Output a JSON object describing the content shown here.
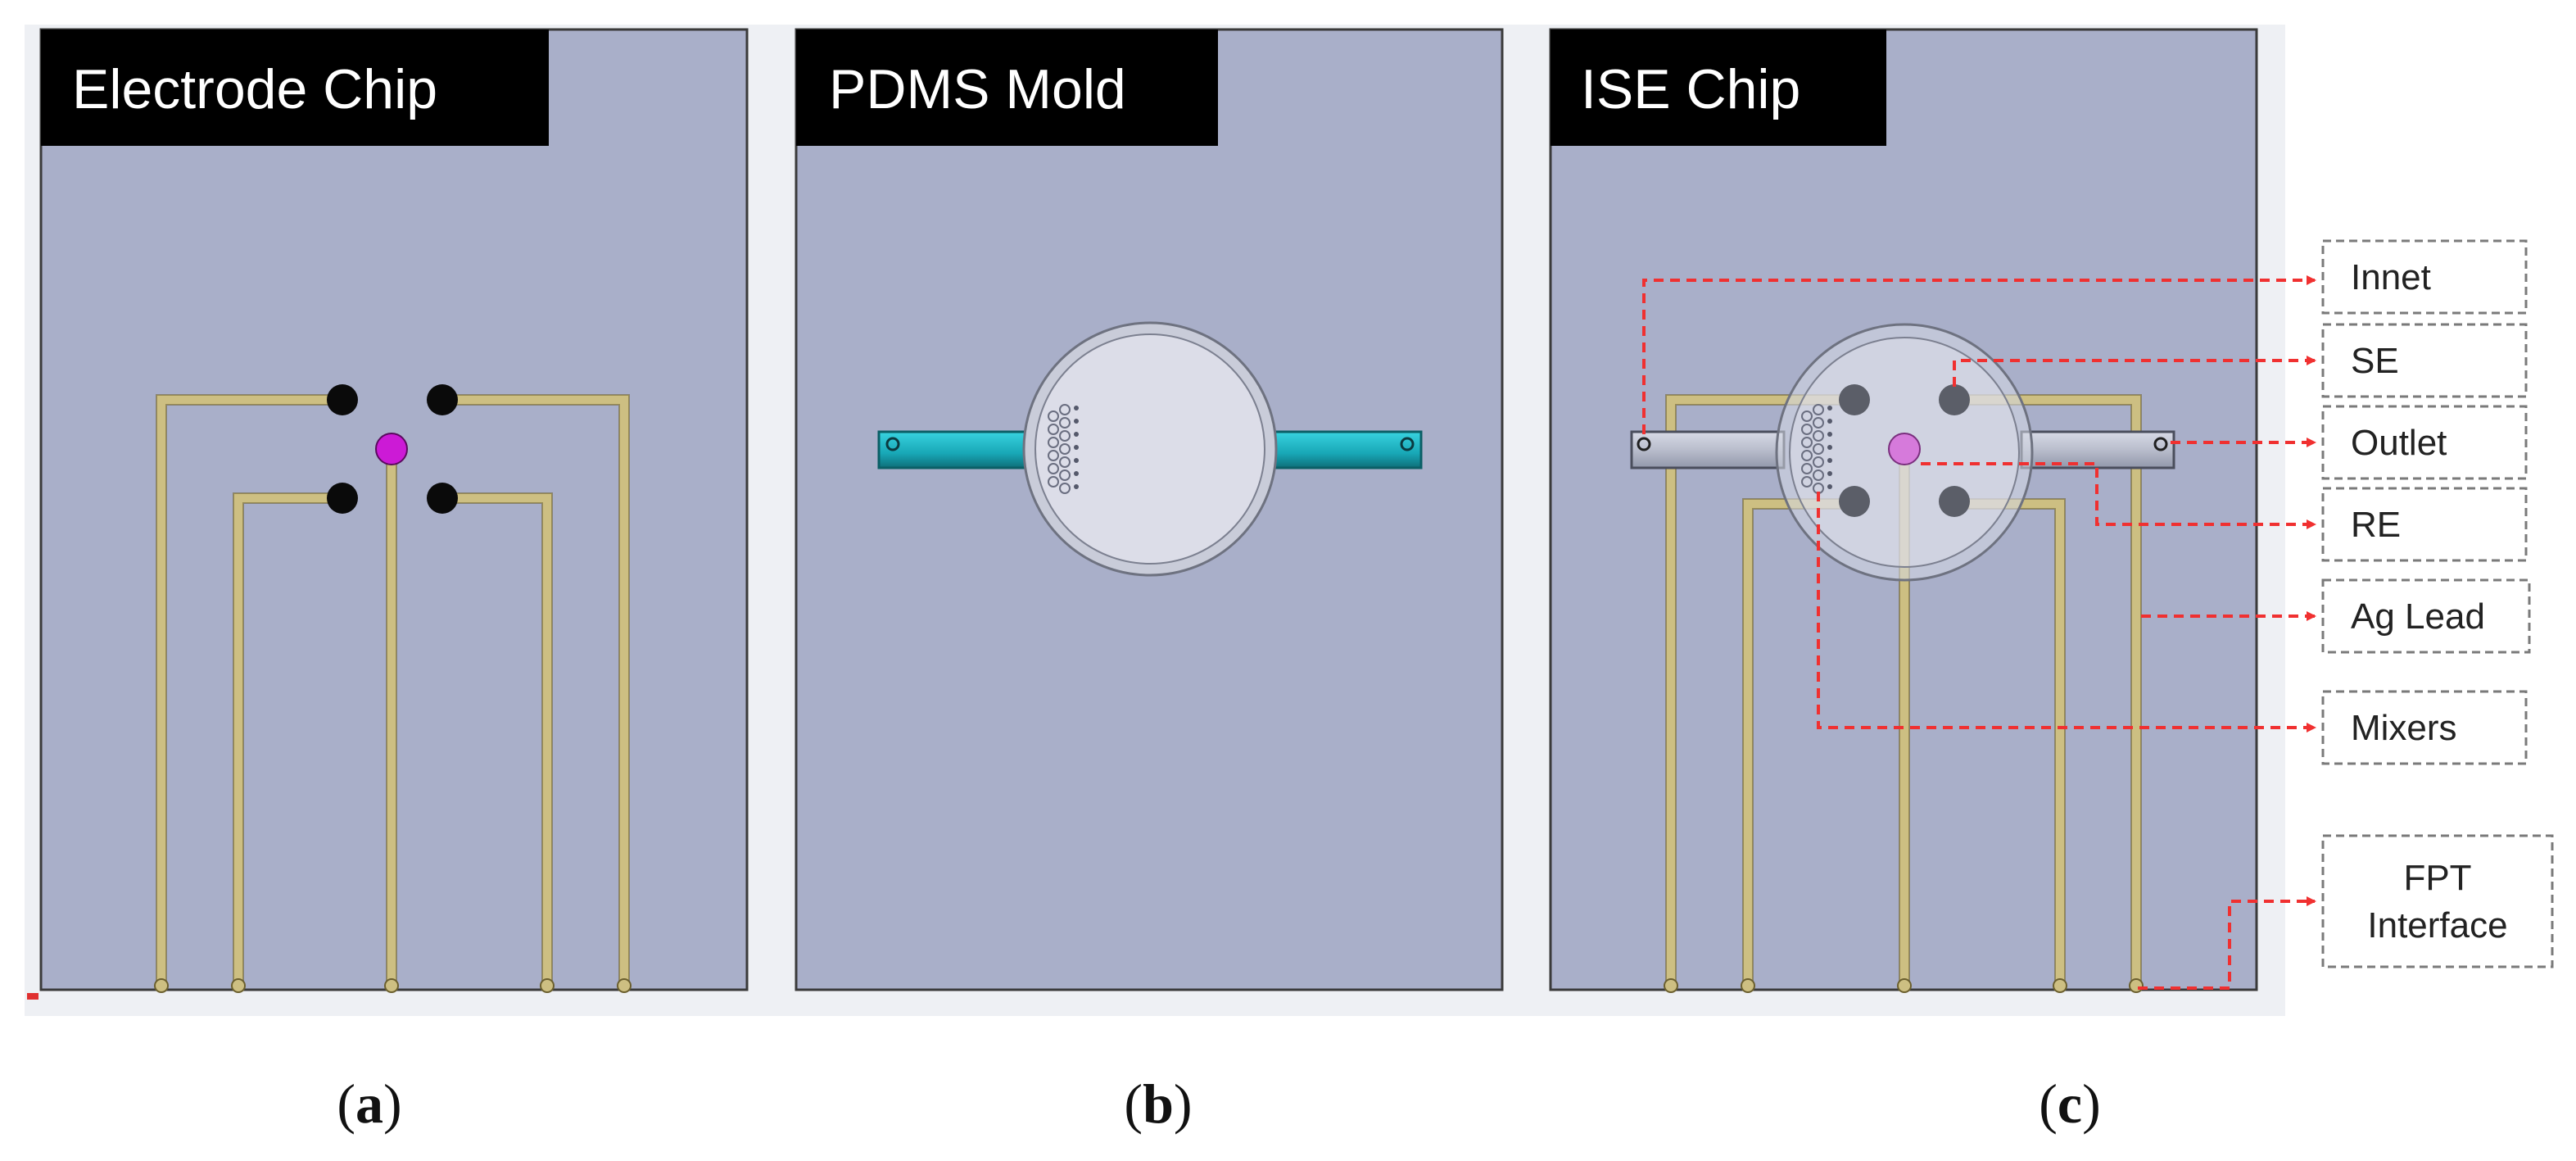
{
  "panels": [
    {
      "id": "a",
      "title": "Electrode Chip",
      "caption_letter": "a"
    },
    {
      "id": "b",
      "title": "PDMS Mold",
      "caption_letter": "b"
    },
    {
      "id": "c",
      "title": "ISE Chip",
      "caption_letter": "c"
    }
  ],
  "caption_paren_open": "(",
  "caption_paren_close": ")",
  "callouts": {
    "innet": "Innet",
    "se": "SE",
    "outlet": "Outlet",
    "re": "RE",
    "ag_lead": "Ag Lead",
    "mixers": "Mixers",
    "fpt_line1": "FPT",
    "fpt_line2": "Interface"
  },
  "colors": {
    "panel_bg": "#A9AFC9",
    "panel_edge": "#3a3a3a",
    "title_bg": "#000000",
    "lead": "#CDBF82",
    "lead_edge": "#6b5f2e",
    "electrode": "#0a0a0a",
    "center_electrode": "#CC1AD6",
    "center_electrode_c": "#D67ADB",
    "channel": "#1FB5C4",
    "channel_edge": "#0b5f66",
    "callout_line": "#F03030",
    "callout_box_edge": "#7a7a7a"
  }
}
